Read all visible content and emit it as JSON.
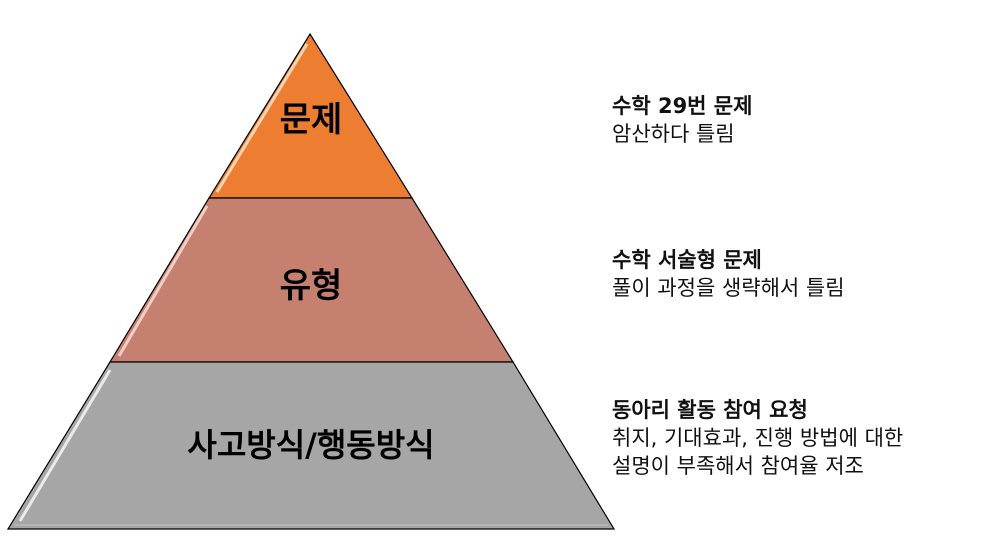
{
  "pyramid": {
    "levels": [
      {
        "label": "문제",
        "color": "#ED7D31"
      },
      {
        "label": "유형",
        "color": "#C5806F"
      },
      {
        "label": "사고방식/행동방식",
        "color": "#A6A6A6"
      }
    ]
  },
  "descriptions": [
    {
      "title": "수학 29번 문제",
      "lines": [
        "암산하다 틀림"
      ]
    },
    {
      "title": "수학 서술형 문제",
      "lines": [
        "풀이 과정을 생략해서 틀림"
      ]
    },
    {
      "title": "동아리 활동 참여 요청",
      "lines": [
        "취지, 기대효과, 진행 방법에 대한",
        "설명이 부족해서 참여율 저조"
      ]
    }
  ]
}
